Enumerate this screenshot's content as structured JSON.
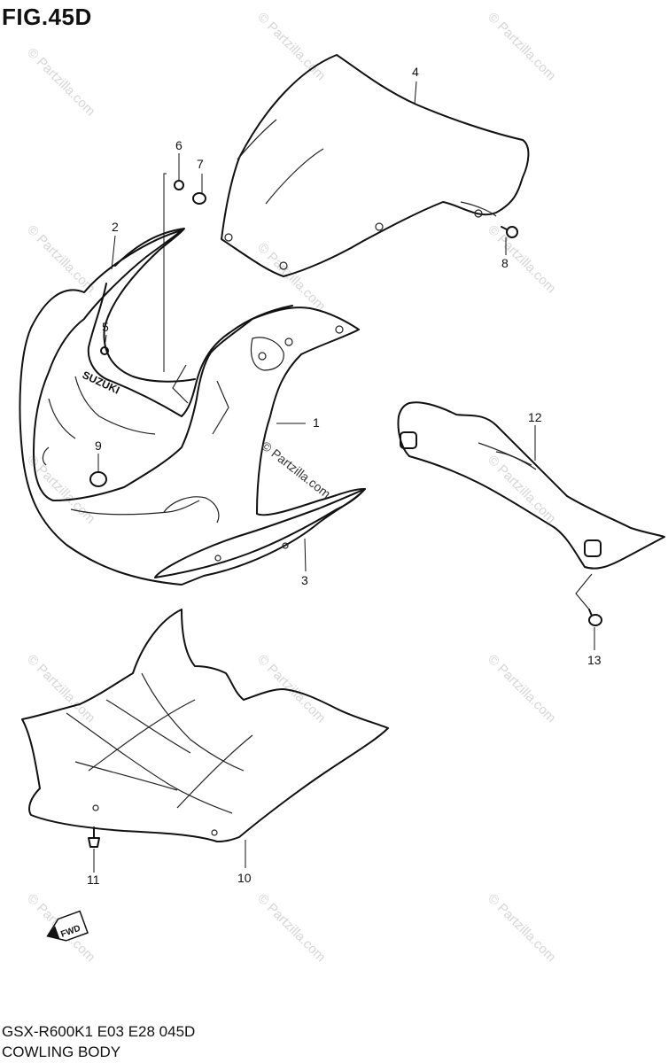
{
  "figure": {
    "title": "FIG.45D",
    "code_line": "GSX-R600K1 E03 E28  045D",
    "name_line": "COWLING BODY"
  },
  "watermark": {
    "text": "© Partzilla.com",
    "center_text": "© Partzilla.com"
  },
  "fwd_arrow": {
    "label": "FWD"
  },
  "brand_decal": {
    "text": "SUZUKI"
  },
  "callouts": [
    {
      "number": "1",
      "part": "cowling-body"
    },
    {
      "number": "2",
      "part": "upper-cowling-trim"
    },
    {
      "number": "3",
      "part": "lower-trim-strip"
    },
    {
      "number": "4",
      "part": "windscreen"
    },
    {
      "number": "5",
      "part": "screw"
    },
    {
      "number": "6",
      "part": "nut"
    },
    {
      "number": "7",
      "part": "bolt"
    },
    {
      "number": "8",
      "part": "screen-screw"
    },
    {
      "number": "9",
      "part": "grommet"
    },
    {
      "number": "10",
      "part": "under-cowling-panel"
    },
    {
      "number": "11",
      "part": "fastener"
    },
    {
      "number": "12",
      "part": "inner-cover"
    },
    {
      "number": "13",
      "part": "screw"
    }
  ]
}
